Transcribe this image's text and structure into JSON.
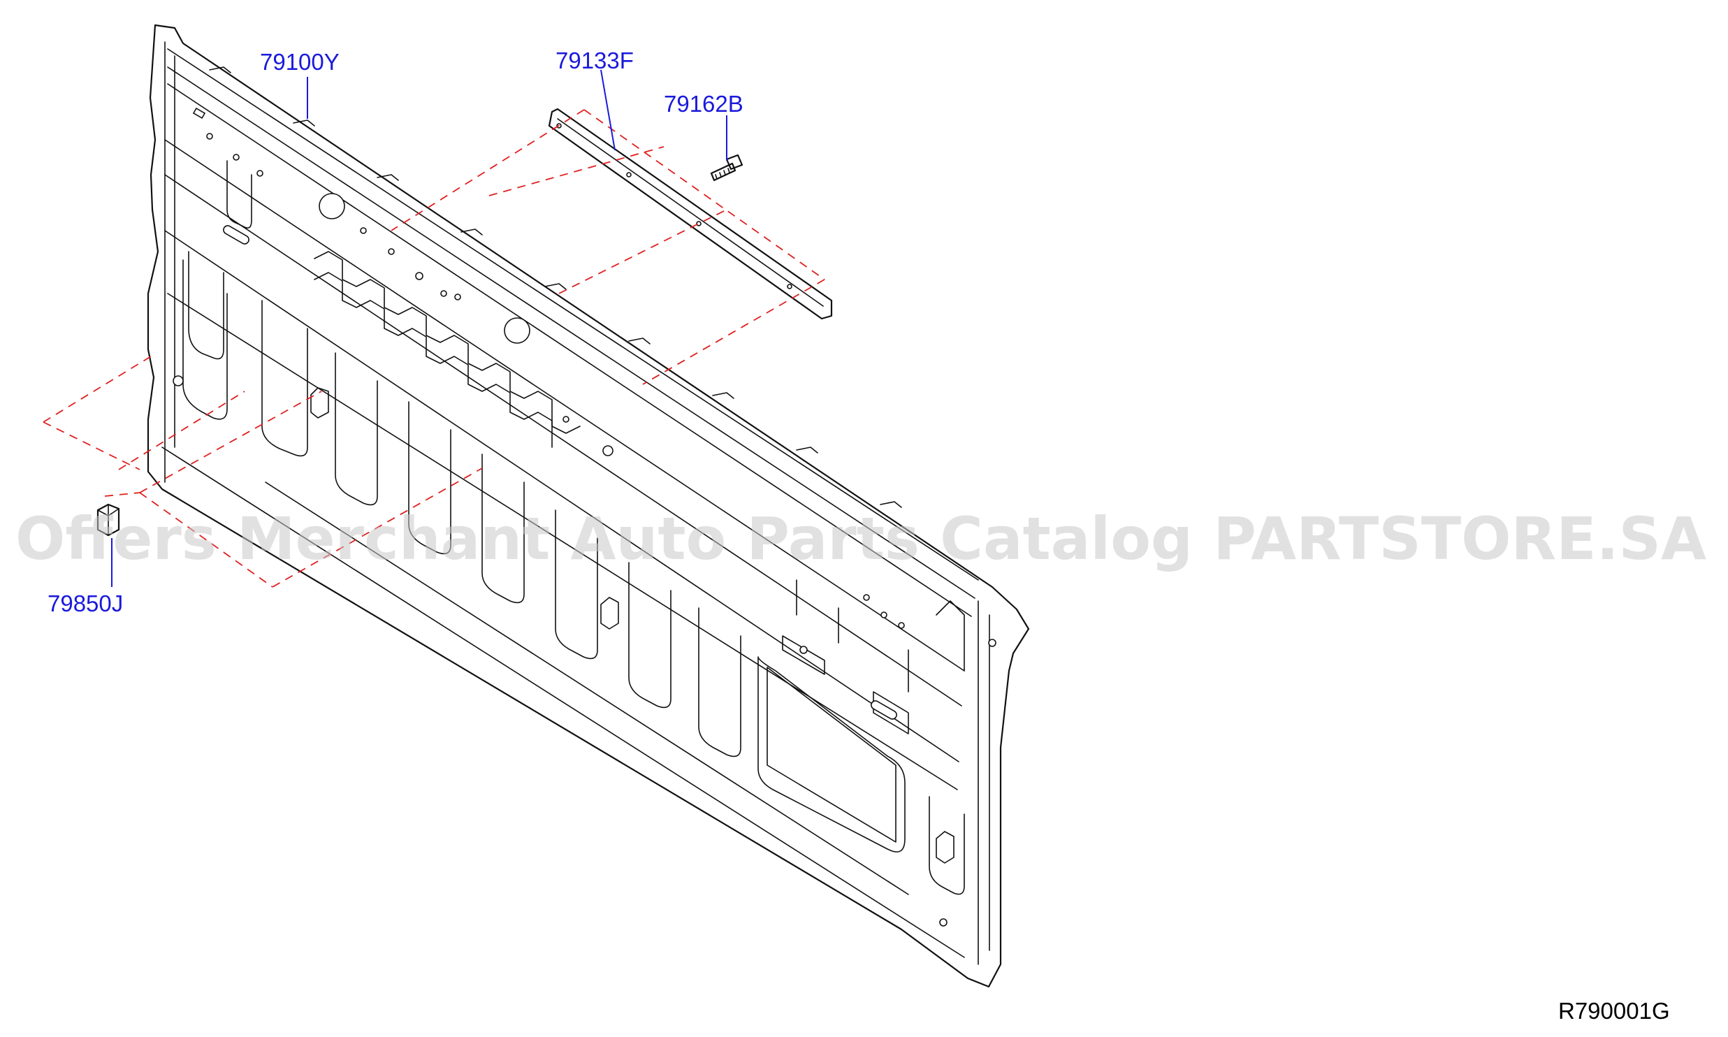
{
  "diagram": {
    "parts": [
      {
        "id": "main-panel",
        "code": "79100Y"
      },
      {
        "id": "strip",
        "code": "79133F"
      },
      {
        "id": "bolt",
        "code": "79162B"
      },
      {
        "id": "clip",
        "code": "79850J"
      }
    ],
    "reference_code": "R790001G",
    "watermark": "Offers Merchant Auto Parts Catalog PARTSTORE.SA",
    "colors": {
      "label": "#1a1adb",
      "dashed_guides": "#e02020",
      "line_art": "#111111",
      "watermark": "#c8c8c8"
    }
  }
}
